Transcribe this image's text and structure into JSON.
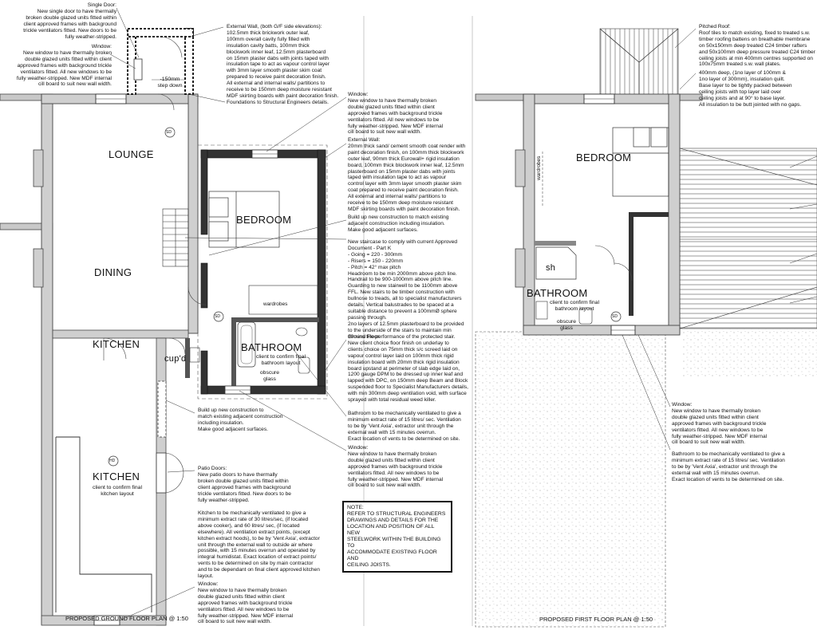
{
  "ground": {
    "title": "PROPOSED GROUND FLOOR PLAN @ 1:50",
    "rooms": {
      "lounge": "LOUNGE",
      "dining": "DINING",
      "bedroom": "BEDROOM",
      "bathroom": "BATHROOM",
      "kitchen": "KITCHEN",
      "cupd": "cup'd"
    },
    "bathroom_note": "client to confirm final\nbathroom layout",
    "kitchen_note": "client to confirm final\nkitchen layout",
    "wardrobes": "wardrobes",
    "obscure": "obscure\nglass",
    "step": "-150mm\nstep down",
    "sd": "SD",
    "hd": "HD",
    "notes": {
      "single_door": "Single Door:\nNew single door to have thermally\nbroken double glazed units fitted within\nclient approved frames with background\ntrickle ventilators fitted. New doors to be\nfully weather-stripped.",
      "window_top": "Window:\nNew window to have thermally broken\ndouble glazed units fitted within client\napproved frames with background trickle\nventilators fitted. All new windows to be\nfully weather-stripped. New MDF internal\ncill board to suit new wall width.",
      "external_wall_gf": "External Wall, (both G/F side elevations):\n102.5mm thick brickwork outer leaf,\n100mm overall cavity fully filled with\ninsulation cavity batts, 100mm thick\nblockwork inner leaf, 12.5mm plasterboard\non 15mm plaster dabs with joints taped with\ninsulation tape to act as vapour control layer\nwith 3mm layer smooth plaster skim coat\nprepared to receive paint decoration finish.\nAll external and internal walls/ partitions to\nreceive to be 150mm deep moisture resistant\nMDF skirting boards with paint decoration finish.",
      "foundations": "Foundations to Structural Engineers details.",
      "window_mid": "Window:\nNew window to have thermally broken\ndouble glazed units fitted within client\napproved frames with background trickle\nventilators fitted. All new windows to be\nfully weather-stripped. New MDF internal\ncill board to suit new wall width.",
      "external_wall": "External Wall:\n20mm thick sand/ cement smooth coat render with\npaint decoration finish, on 100mm thick blockwork\nouter leaf, 90mm thick Eurowall+ rigid insulation\nboard, 100mm thick blockwork inner leaf, 12.5mm\nplasterboard on 15mm plaster dabs with joints\ntaped with insulation tape to act as vapour\ncontrol layer with 3mm layer smooth plaster skim\ncoat prepared to receive paint decoration finish.\nAll external and internal walls/ partitions to\nreceive to be 150mm deep moisture resistant\nMDF skirting boards with paint decoration finish.",
      "build_up_1": "Build up new construction to match existing\nadjacent construction including insulation.\nMake good adjacent surfaces.",
      "staircase": "New staircase to comply with current Approved\nDocument - Part K\n- Going        = 220 - 300mm\n- Risers       = 150 - 220mm\n- Pitch         = 42° max pitch\nHeadroom to be min 2000mm above pitch line.\nHandrail to be 900-1000mm above pitch line.\nGuarding to new stairwell to be 1100mm above\nFFL. New stairs to be timber construction with\nbullnose to treads, all to specialist manufacturers\ndetails. Vertical balustrades to be spaced at a\nsuitable distance to prevent a 100mmØ sphere\npassing through.\n2no layers of 12.5mm plasterboard to be provided\nto the underside of the stairs to maintain min\n80mins fire performance of the protected stair.",
      "ground_floor": "Ground Floor:\nNew client choice floor finish on underlay to\nclients choice on 75mm thick s/c screed laid on\nvapour control layer laid on 100mm thick rigid\ninsulation board with 20mm thick rigid insulation\nboard upstand at perimeter of slab edge laid on,\n1200 gauge DPM to be dressed up inner leaf and\nlapped with DPC, on 150mm deep Beam and Block\nsuspended floor to Specialist Manufacturers details,\nwith min 300mm deep ventilation void, with surface\nsprayed with total residual weed killer.",
      "bath_vent": "Bathroom to be mechanically ventilated to give a\nminimum extract rate of 15 litres/ sec. Ventilation\nto be by 'Vent Axia', extractor unit through the\nexternal wall with 15 minutes overrun.\nExact location of vents to be determined on site.",
      "window_low": "Window:\nNew window to have thermally broken\ndouble glazed units fitted within client\napproved frames with background trickle\nventilators fitted. All new windows to be\nfully weather-stripped. New MDF internal\ncill board to suit new wall width.",
      "build_up_2": "Build up new construction to\nmatch existing adjacent construction\nincluding insulation.\nMake good adjacent surfaces.",
      "patio": "Patio Doors:\nNew patio doors to have thermally\nbroken double glazed units fitted within\nclient approved frames with background\ntrickle ventilators fitted. New doors to be\nfully weather-stripped.",
      "kitchen_vent": "Kitchen to be mechanically ventilated to give a\nminimum extract rate of 30 litres/sec, (if located\nabove cooker), and 60 litres/ sec, (if located\nelsewhere). All ventilation extract points, (except\nkitchen extract hoods), to be by 'Vent Axia', extractor\nunit through the external wall to outside air where\npossible, with 15 minutes overrun and operated by\nintegral humidistat. Exact location of extract points/\nvents to be determined on site by main contractor\nand to be dependant on final client approved kitchen\nlayout.",
      "window_kitchen": "Window:\nNew window to have thermally broken\ndouble glazed units fitted within client\napproved frames with background trickle\nventilators fitted. All new windows to be\nfully weather-stripped. New MDF internal\ncill board to suit new wall width.",
      "note_box": "NOTE:\nREFER TO STRUCTURAL ENGINEERS\nDRAWINGS AND DETAILS FOR THE\nLOCATION AND POSITION OF ALL NEW\nSTEELWORK WITHIN THE BUILDING TO\nACCOMMODATE EXISTING FLOOR AND\nCEILING JOISTS."
    }
  },
  "first": {
    "title": "PROPOSED FIRST FLOOR PLAN @ 1:50",
    "rooms": {
      "bedroom": "BEDROOM",
      "bathroom": "BATHROOM",
      "sh": "sh"
    },
    "bathroom_note": "client to confirm final\nbathroom layout",
    "wardrobes": "wardrobes",
    "obscure": "obscure\nglass",
    "sd": "SD",
    "notes": {
      "pitched_roof": "Pitched Roof:\nRoof tiles to match existing, fixed to treated s.w.\ntimber roofing battens on breathable membrane\non 50x150mm deep treated C24 timber rafters\nand 50x100mm deep pressure treated C24 timber\nceiling joists at min 400mm centres supported on\n100x75mm treated s.w. wall plates.",
      "insulation": "400mm deep, (1no layer of 100mm &\n1no layer of 300mm), insulation quilt.\nBase layer to be tightly packed between\nceiling joists with top layer laid over\nceiling joists and at 90° to base layer.\nAll insulation to be butt jointed with no gaps.",
      "window": "Window:\nNew window to have thermally broken\ndouble glazed units fitted within client\napproved frames with background trickle\nventilators fitted. All new windows to be\nfully weather-stripped. New MDF internal\ncill board to suit new wall width.",
      "bath_vent": "Bathroom to be mechanically ventilated to give a\nminimum extract rate of 15 litres/ sec. Ventilation\nto be by 'Vent Axia', extractor unit through the\nexternal wall with 15 minutes overrun.\nExact location of vents to be determined on site."
    }
  }
}
